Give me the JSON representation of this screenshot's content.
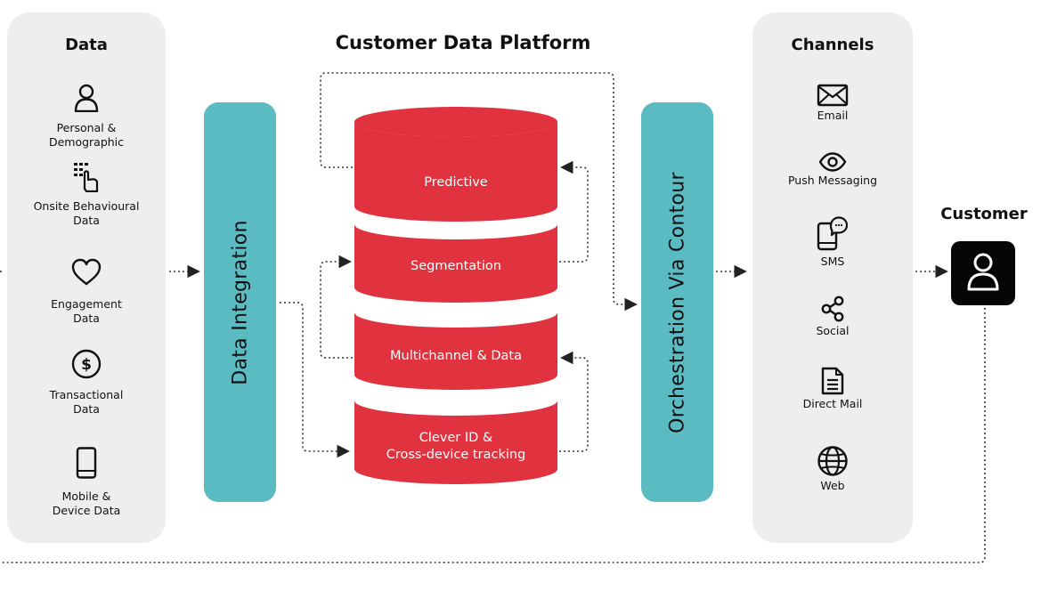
{
  "title": "Customer Data Platform",
  "data_panel": {
    "title": "Data",
    "items": [
      {
        "label_l1": "Personal &",
        "label_l2": "Demographic",
        "icon": "person-icon"
      },
      {
        "label_l1": "Onsite Behavioural",
        "label_l2": "Data",
        "icon": "touch-click-icon"
      },
      {
        "label_l1": "Engagement",
        "label_l2": "Data",
        "icon": "heart-icon"
      },
      {
        "label_l1": "Transactional",
        "label_l2": "Data",
        "icon": "dollar-coin-icon"
      },
      {
        "label_l1": "Mobile &",
        "label_l2": "Device Data",
        "icon": "mobile-phone-icon"
      }
    ]
  },
  "integration": {
    "label": "Data Integration"
  },
  "platform": {
    "segments": [
      {
        "line1": "Predictive",
        "line2": ""
      },
      {
        "line1": "Segmentation",
        "line2": ""
      },
      {
        "line1": "Multichannel & Data",
        "line2": ""
      },
      {
        "line1": "Clever ID &",
        "line2": "Cross-device tracking"
      }
    ]
  },
  "orchestration": {
    "label": "Orchestration Via Contour"
  },
  "channels_panel": {
    "title": "Channels",
    "items": [
      {
        "label": "Email",
        "icon": "envelope-icon"
      },
      {
        "label": "Push Messaging",
        "icon": "eye-icon"
      },
      {
        "label": "SMS",
        "icon": "sms-phone-icon"
      },
      {
        "label": "Social",
        "icon": "share-icon"
      },
      {
        "label": "Direct Mail",
        "icon": "document-icon"
      },
      {
        "label": "Web",
        "icon": "globe-icon"
      }
    ]
  },
  "customer": {
    "title": "Customer",
    "icon": "customer-person-icon"
  },
  "colors": {
    "panel": "#eeeeee",
    "teal": "#5bbbc2",
    "red": "#e0323f",
    "customer_box": "#050505"
  }
}
